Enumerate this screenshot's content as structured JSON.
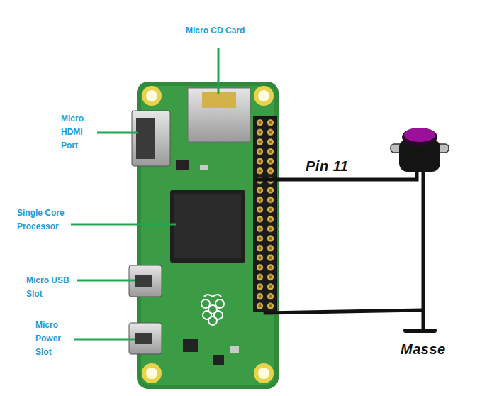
{
  "diagram": {
    "labels": [
      "Micro CD Card",
      "Micro HDMI Port",
      "Single Core Processor",
      "Micro USB Slot",
      "Micro Power Slot",
      "Pin 11",
      "Masse"
    ]
  }
}
